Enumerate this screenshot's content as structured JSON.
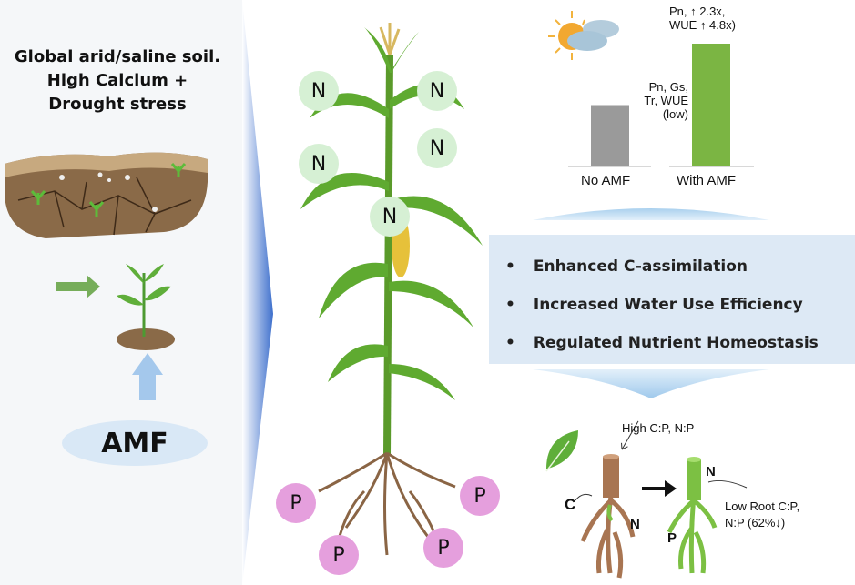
{
  "left": {
    "title_lines": [
      "Global arid/saline soil.",
      "High Calcium +",
      "Drought stress"
    ],
    "amf_label": "AMF"
  },
  "plant": {
    "nitrogen_label": "N",
    "phosphorus_label": "P"
  },
  "chart": {
    "categories": [
      "No AMF",
      "With AMF"
    ],
    "relative_heights": [
      0.5,
      1.0
    ],
    "colors": [
      "#9a9a9a",
      "#7bb543"
    ],
    "low_annotation": [
      "Pn, Gs,",
      "Tr, WUE",
      "(low)"
    ],
    "high_annotation": [
      "Pn, ↑ 2.3x,",
      "WUE ↑ 4.8x)"
    ]
  },
  "effects": {
    "items": [
      "Enhanced C-assimilation",
      "Increased Water Use Efficiency",
      "Regulated Nutrient Homeostasis"
    ]
  },
  "roots": {
    "high_label": "High C:P, N:P",
    "c_label": "C",
    "n_label_left": "N",
    "n_label_right": "N",
    "p_label": "P",
    "low_label_lines": [
      "Low Root C:P,",
      "N:P (62%↓)"
    ]
  }
}
